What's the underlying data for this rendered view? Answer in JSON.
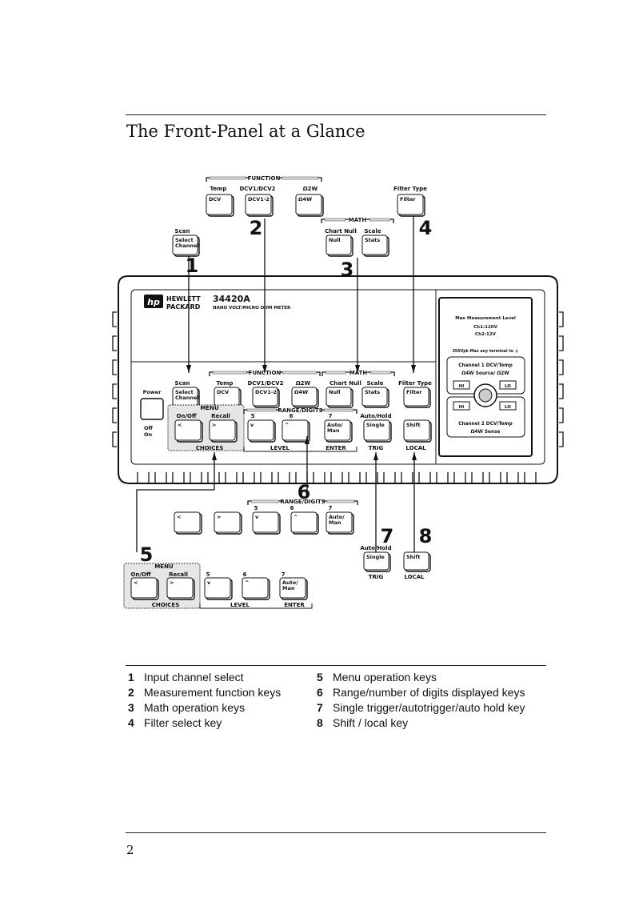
{
  "title": "The Front-Panel at a Glance",
  "page_number": "2",
  "panel": {
    "brand_line1": "HEWLETT",
    "brand_line2": "PACKARD",
    "model": "34420A",
    "model_desc": "NANO VOLT/MICRO OHM METER",
    "power": "Power",
    "off": "Off",
    "on": "On",
    "function": "FUNCTION",
    "math": "MATH",
    "range_digits": "RANGE/DIGITS",
    "menu": "MENU",
    "scan": "Scan",
    "temp": "Temp",
    "dcv1_dcv2": "DCV1/DCV2",
    "o2w": "Ω2W",
    "chart_null": "Chart Null",
    "scale": "Scale",
    "filter_type": "Filter Type",
    "on_off": "On/Off",
    "recall": "Recall",
    "d5": "5",
    "d6": "6",
    "d7": "7",
    "auto_hold": "Auto/Hold",
    "choices": "CHOICES",
    "level": "LEVEL",
    "enter": "ENTER",
    "trig": "TRIG",
    "local": "LOCAL",
    "keys": {
      "select": "Select",
      "channel": "Channel",
      "dcv": "DCV",
      "dcv12": "DCV1-2",
      "o4w": "Ω4W",
      "null": "Null",
      "stats": "Stats",
      "filter": "Filter",
      "left": "<",
      "right": ">",
      "down": "v",
      "up": "^",
      "auto": "Auto/",
      "man": "Man",
      "single": "Single",
      "shift": "Shift"
    },
    "terminals": {
      "max_level": "Max Measurement Level",
      "ch1v": "Ch1:120V",
      "ch2v": "Ch2:12V",
      "vpk": "350Vpk Max any terminal to ⏚",
      "ch1a": "Channel 1 DCV/Temp",
      "ch1b": "Ω4W Source/ Ω2W",
      "ch2a": "Channel 2 DCV/Temp",
      "ch2b": "Ω4W Sense",
      "hi": "HI",
      "lo": "LO"
    }
  },
  "callouts": [
    "1",
    "2",
    "3",
    "4",
    "5",
    "6",
    "7",
    "8"
  ],
  "legend": [
    {
      "num": "1",
      "text": "Input channel select"
    },
    {
      "num": "2",
      "text": "Measurement function keys"
    },
    {
      "num": "3",
      "text": "Math operation keys"
    },
    {
      "num": "4",
      "text": "Filter select key"
    },
    {
      "num": "5",
      "text": "Menu operation keys"
    },
    {
      "num": "6",
      "text": "Range/number of digits displayed keys"
    },
    {
      "num": "7",
      "text": "Single trigger/autotrigger/auto hold key"
    },
    {
      "num": "8",
      "text": "Shift / local key"
    }
  ]
}
